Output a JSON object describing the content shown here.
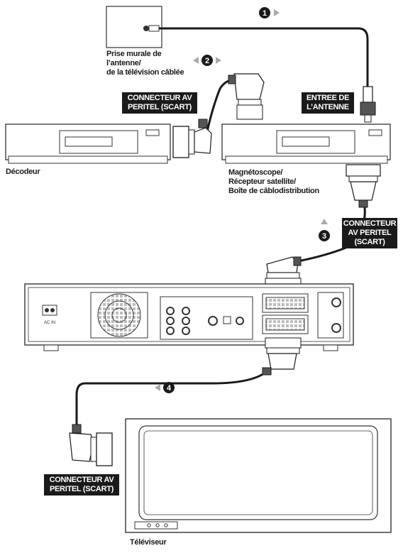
{
  "labels": {
    "wall_outlet": [
      "Prise murale de",
      "l’antenne/",
      "de la télévision câblée"
    ],
    "scart_top": [
      "CONNECTEUR AV",
      "PERITEL (SCART)"
    ],
    "antenna_in": [
      "ENTREE DE",
      "L’ANTENNE"
    ],
    "decoder": "Décodeur",
    "vcr": [
      "Magnétoscope/",
      "Récepteur satellite/",
      "Boîte de câblodistribution"
    ],
    "scart_right": [
      "CONNECTEUR",
      "AV PERITEL",
      "(SCART)"
    ],
    "scart_bottom": [
      "CONNECTEUR AV",
      "PERITEL (SCART)"
    ],
    "tv": "Téléviseur",
    "ac_in": "AC IN"
  },
  "steps": [
    "1",
    "2",
    "3",
    "4"
  ]
}
